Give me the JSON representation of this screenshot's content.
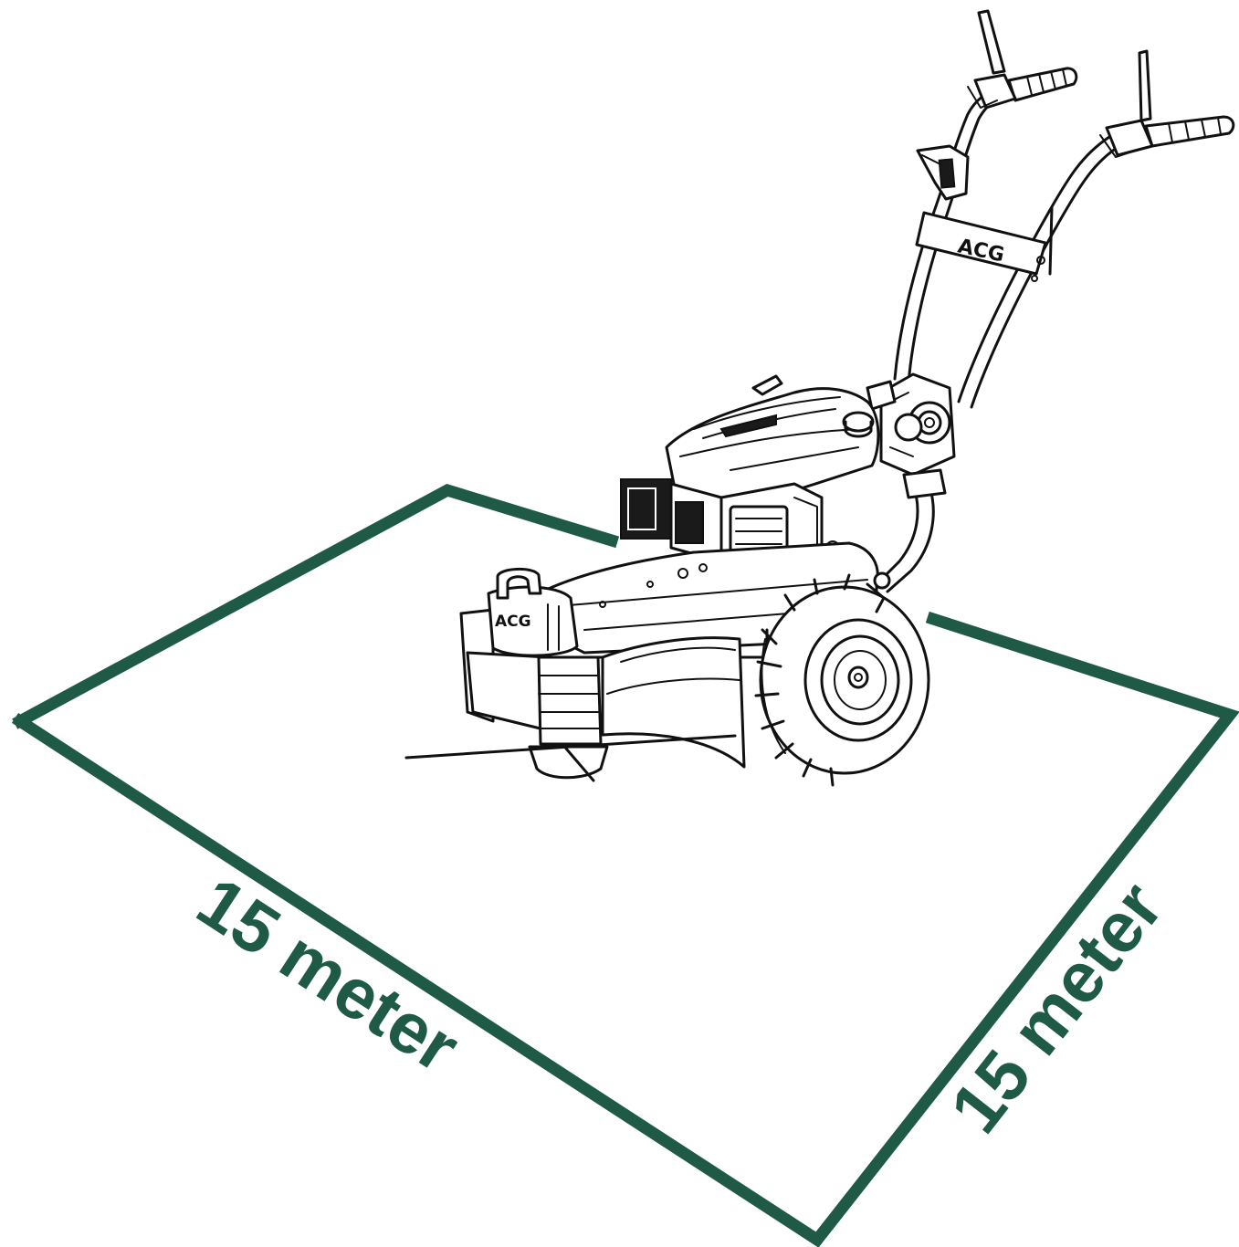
{
  "diagram": {
    "accent_color": "#1f5a47",
    "area": {
      "left_label": "15 meter",
      "right_label": "15 meter"
    },
    "machine": {
      "brand_handle": "ACG",
      "brand_head": "ACG"
    }
  }
}
